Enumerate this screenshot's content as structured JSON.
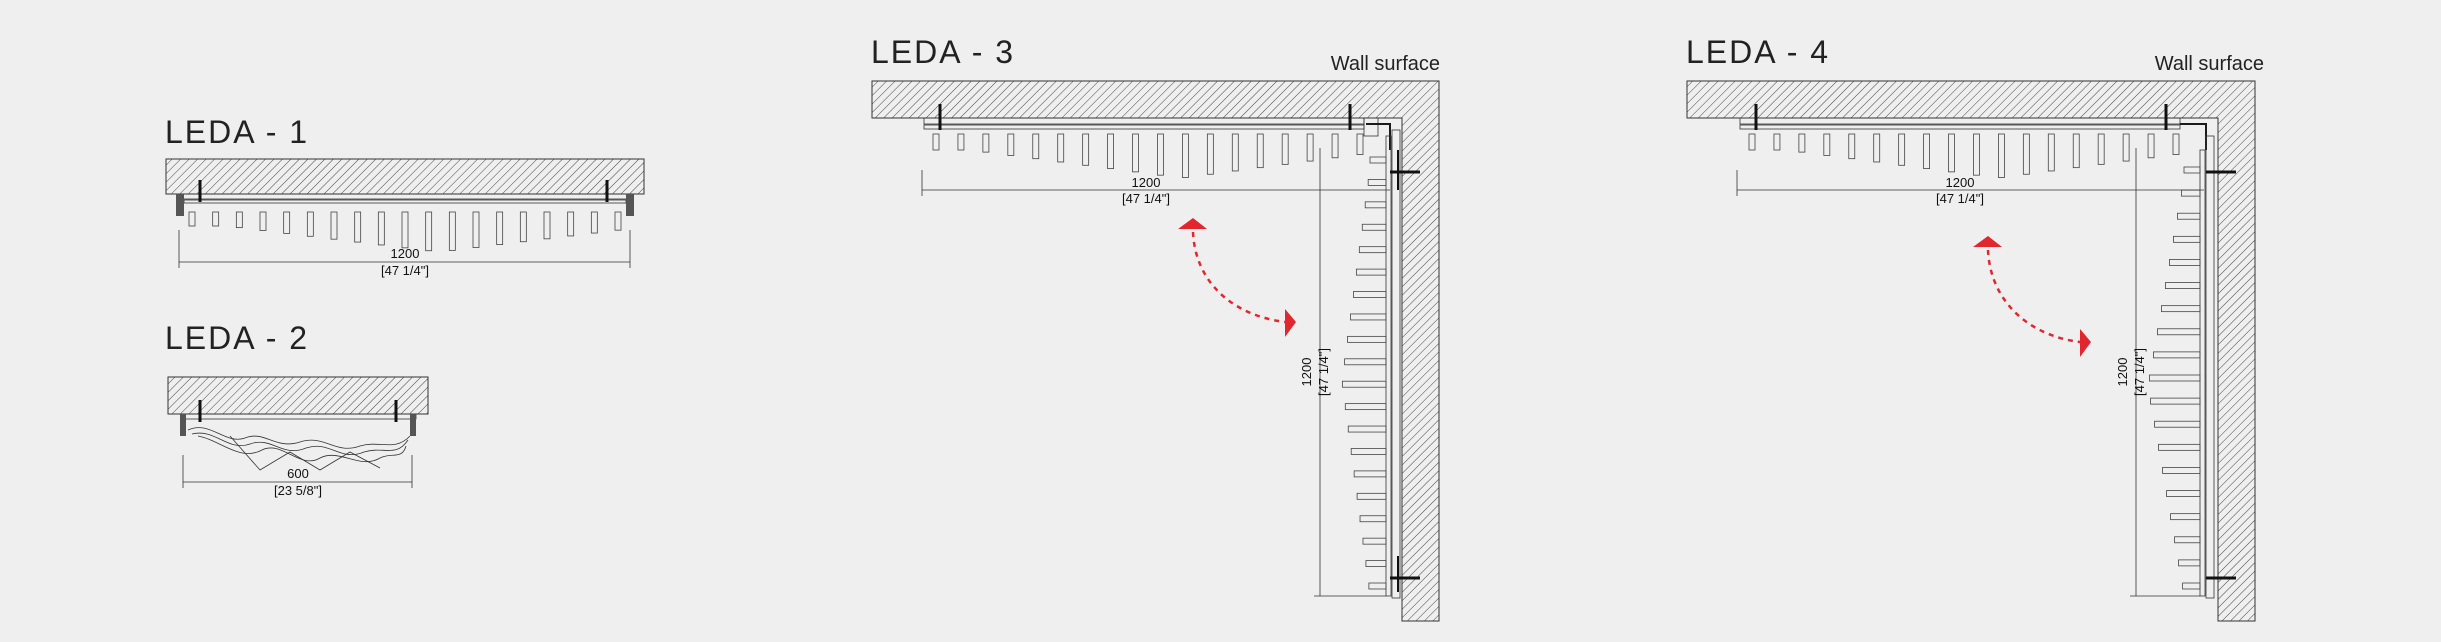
{
  "diagrams": [
    {
      "title": "LEDA - 1",
      "dimension": "1200",
      "dimension_imperial": "[47 1/4\"]"
    },
    {
      "title": "LEDA - 2",
      "dimension": "600",
      "dimension_imperial": "[23 5/8\"]"
    },
    {
      "title": "LEDA - 3",
      "wall_label": "Wall surface",
      "dimension": "1200",
      "dimension_imperial": "[47 1/4\"]",
      "side_dimension": "1200",
      "side_dimension_imperial": "[47 1/4\"]"
    },
    {
      "title": "LEDA - 4",
      "wall_label": "Wall surface",
      "dimension": "1200",
      "dimension_imperial": "[47 1/4\"]",
      "side_dimension": "1200",
      "side_dimension_imperial": "[47 1/4\"]"
    }
  ],
  "colors": {
    "background": "#efefef",
    "line": "#1a1a1a",
    "arrow": "#e3262e"
  }
}
